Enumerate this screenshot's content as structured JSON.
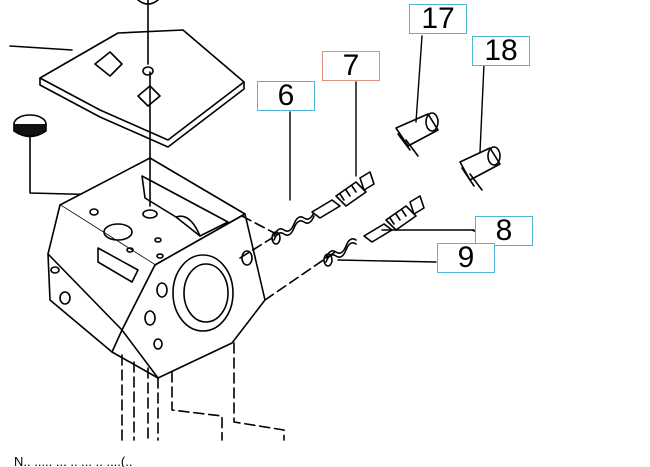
{
  "callouts": [
    {
      "id": "6",
      "label": "6",
      "color": "#4fb8d6"
    },
    {
      "id": "7",
      "label": "7",
      "color": "#e0937a"
    },
    {
      "id": "17",
      "label": "17",
      "color": "#4fb8d6"
    },
    {
      "id": "18",
      "label": "18",
      "color": "#4fb8d6"
    },
    {
      "id": "8",
      "label": "8",
      "color": "#4fb8d6"
    },
    {
      "id": "9",
      "label": "9",
      "color": "#4fb8d6"
    }
  ],
  "footer_note": "N.. ..... ... .. ... .. ....(.."
}
